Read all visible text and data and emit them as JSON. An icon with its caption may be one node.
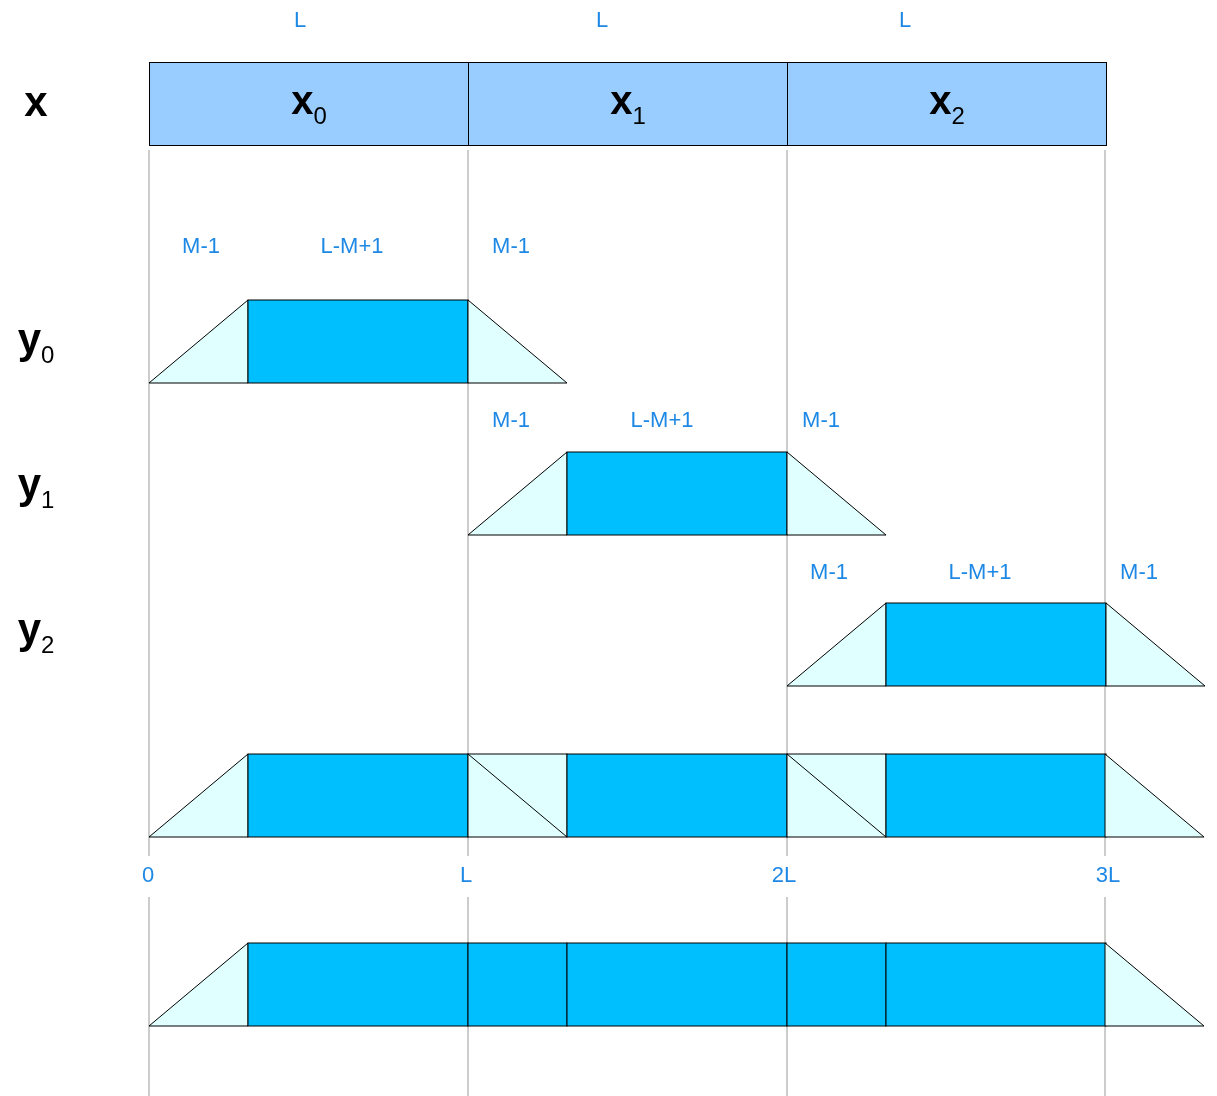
{
  "diagram": {
    "nodes": [
      {
        "text": [
          "x$_{0}$"
        ]
      },
      {
        "text": [
          "x$_{1}$"
        ]
      },
      {
        "text": [
          "x$_{2}$"
        ]
      }
    ],
    "edges": [],
    "labels": [
      "L",
      "L",
      "L",
      "x",
      "M-1",
      "L-M+1",
      "M-1",
      "y$_{0}$",
      "M-1",
      "L-M+1",
      "M-1",
      "y$_{1}$",
      "M-1",
      "L-M+1",
      "M-1",
      "y$_{2}$",
      "0",
      "L",
      "2L",
      "3L"
    ]
  }
}
